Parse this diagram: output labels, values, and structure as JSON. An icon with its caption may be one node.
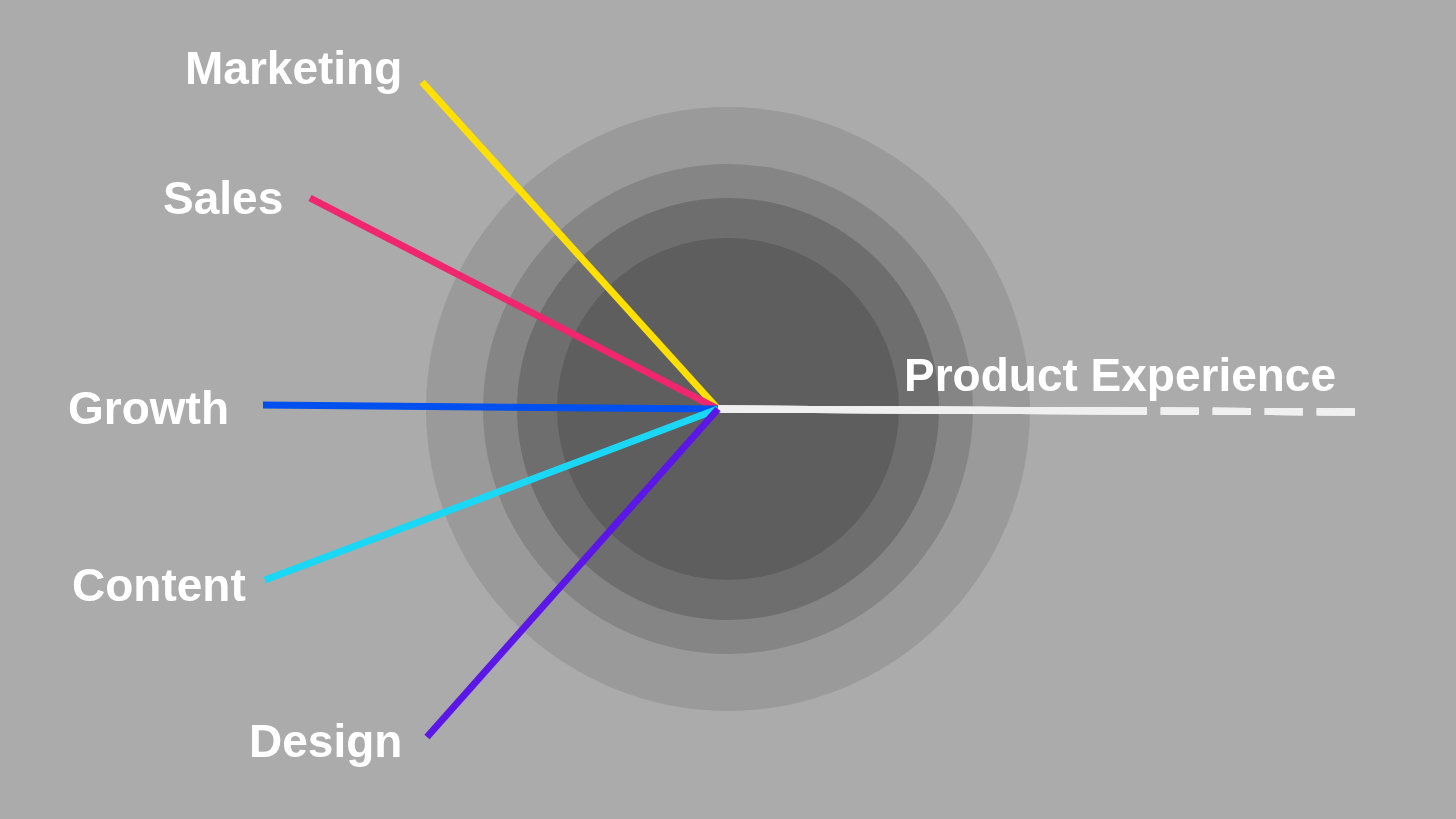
{
  "diagram": {
    "nodes": [
      {
        "text": [
          "Marketing"
        ]
      },
      {
        "text": [
          "Sales"
        ]
      },
      {
        "text": [
          "Growth"
        ]
      },
      {
        "text": [
          "Content"
        ]
      },
      {
        "text": [
          "Design"
        ]
      },
      {
        "text": [
          "Product Experience"
        ]
      }
    ],
    "edges": [
      {
        "from": 0,
        "to": 5,
        "arrow": "none",
        "color": "#ffe000"
      },
      {
        "from": 1,
        "to": 5,
        "arrow": "none",
        "color": "#f0266f"
      },
      {
        "from": 2,
        "to": 5,
        "arrow": "none",
        "color": "#0050f0"
      },
      {
        "from": 3,
        "to": 5,
        "arrow": "none",
        "color": "#1ad8f5"
      },
      {
        "from": 4,
        "to": 5,
        "arrow": "none",
        "color": "#5b17e8"
      }
    ]
  }
}
